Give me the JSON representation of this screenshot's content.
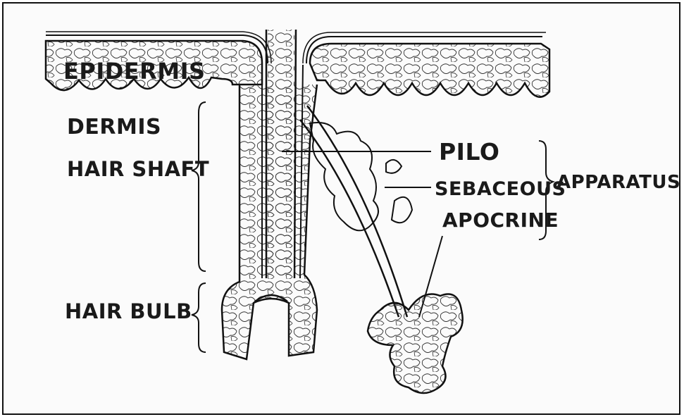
{
  "diagram": {
    "labels": {
      "epidermis": "EPIDERMIS",
      "dermis": "DERMIS",
      "hair_shaft": "HAIR SHAFT",
      "hair_bulb": "HAIR BULB",
      "pilo": "PILO",
      "sebaceous": "SEBACEOUS",
      "apocrine": "APOCRINE",
      "apparatus": "APPARATUS"
    }
  }
}
